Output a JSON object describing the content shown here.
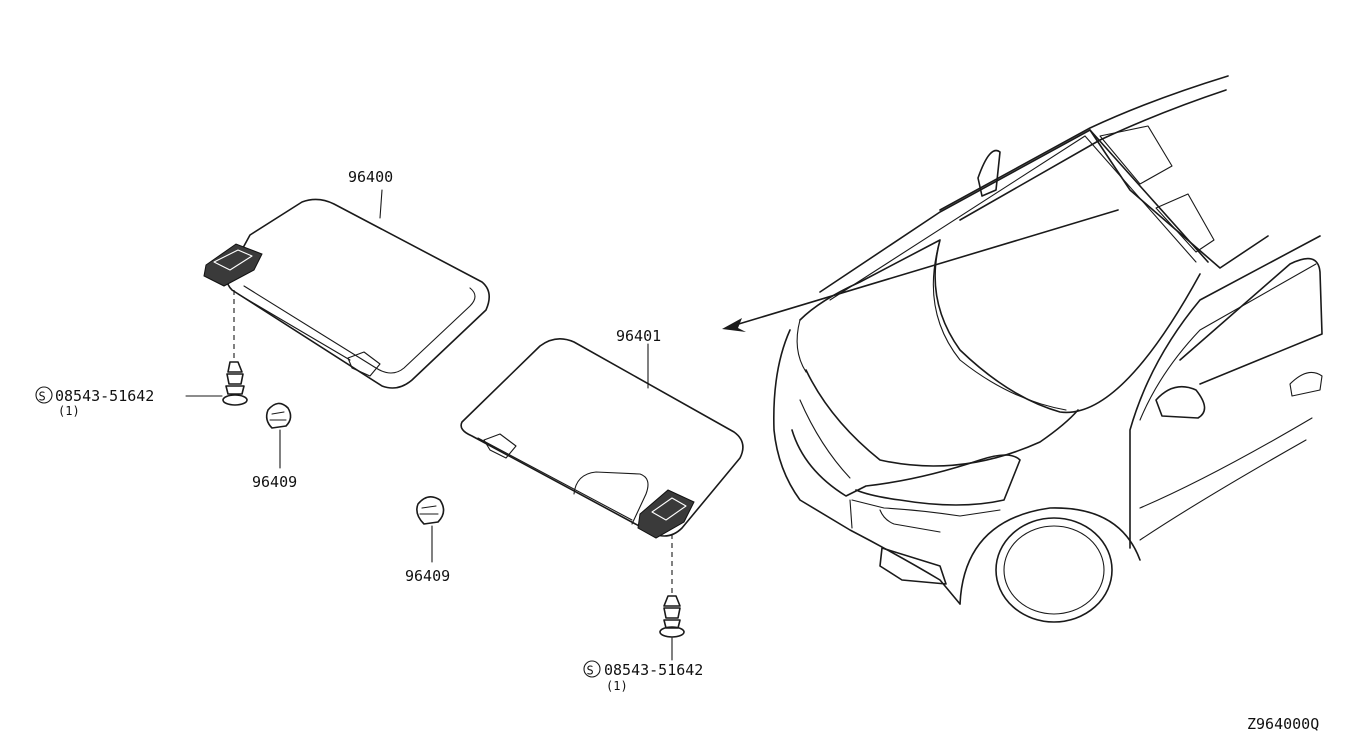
{
  "parts": {
    "visor_left": {
      "number": "96400"
    },
    "visor_right": {
      "number": "96401"
    },
    "clip_left": {
      "number": "96409"
    },
    "clip_right": {
      "number": "96409"
    },
    "screw_left": {
      "symbol": "S",
      "number": "08543-51642",
      "qty": "(1)"
    },
    "screw_right": {
      "symbol": "S",
      "number": "08543-51642",
      "qty": "(1)"
    }
  },
  "diagram_code": "Z964000Q"
}
